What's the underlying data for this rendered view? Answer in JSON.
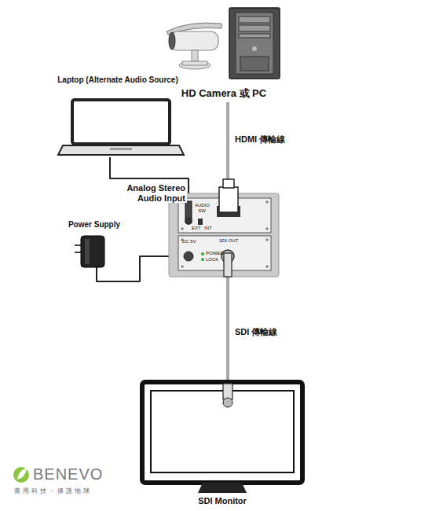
{
  "diagram": {
    "nodes": [
      {
        "text": [
          "HD Camera 或 PC"
        ]
      },
      {
        "text": [
          "Laptop (Alternate Audio Source)"
        ]
      },
      {
        "text": [
          "Power Supply"
        ]
      },
      {
        "text": [
          "AUDIO SW",
          "EXT",
          "INT",
          "DC 5V",
          "POWER",
          "LOCK",
          "SDI OUT"
        ]
      },
      {
        "text": [
          "SDI Monitor"
        ]
      }
    ],
    "edges": [
      {
        "from": 0,
        "to": 3,
        "label": "HDMI 傳輸線",
        "arrow": "none"
      },
      {
        "from": 1,
        "to": 3,
        "label": "Analog Stereo Audio Input",
        "arrow": "none"
      },
      {
        "from": 2,
        "to": 3,
        "arrow": "none"
      },
      {
        "from": 3,
        "to": 4,
        "label": "SDI 傳輸線",
        "arrow": "none"
      }
    ],
    "labels": [
      "BENEVO",
      "善用科技・保護地球"
    ]
  }
}
